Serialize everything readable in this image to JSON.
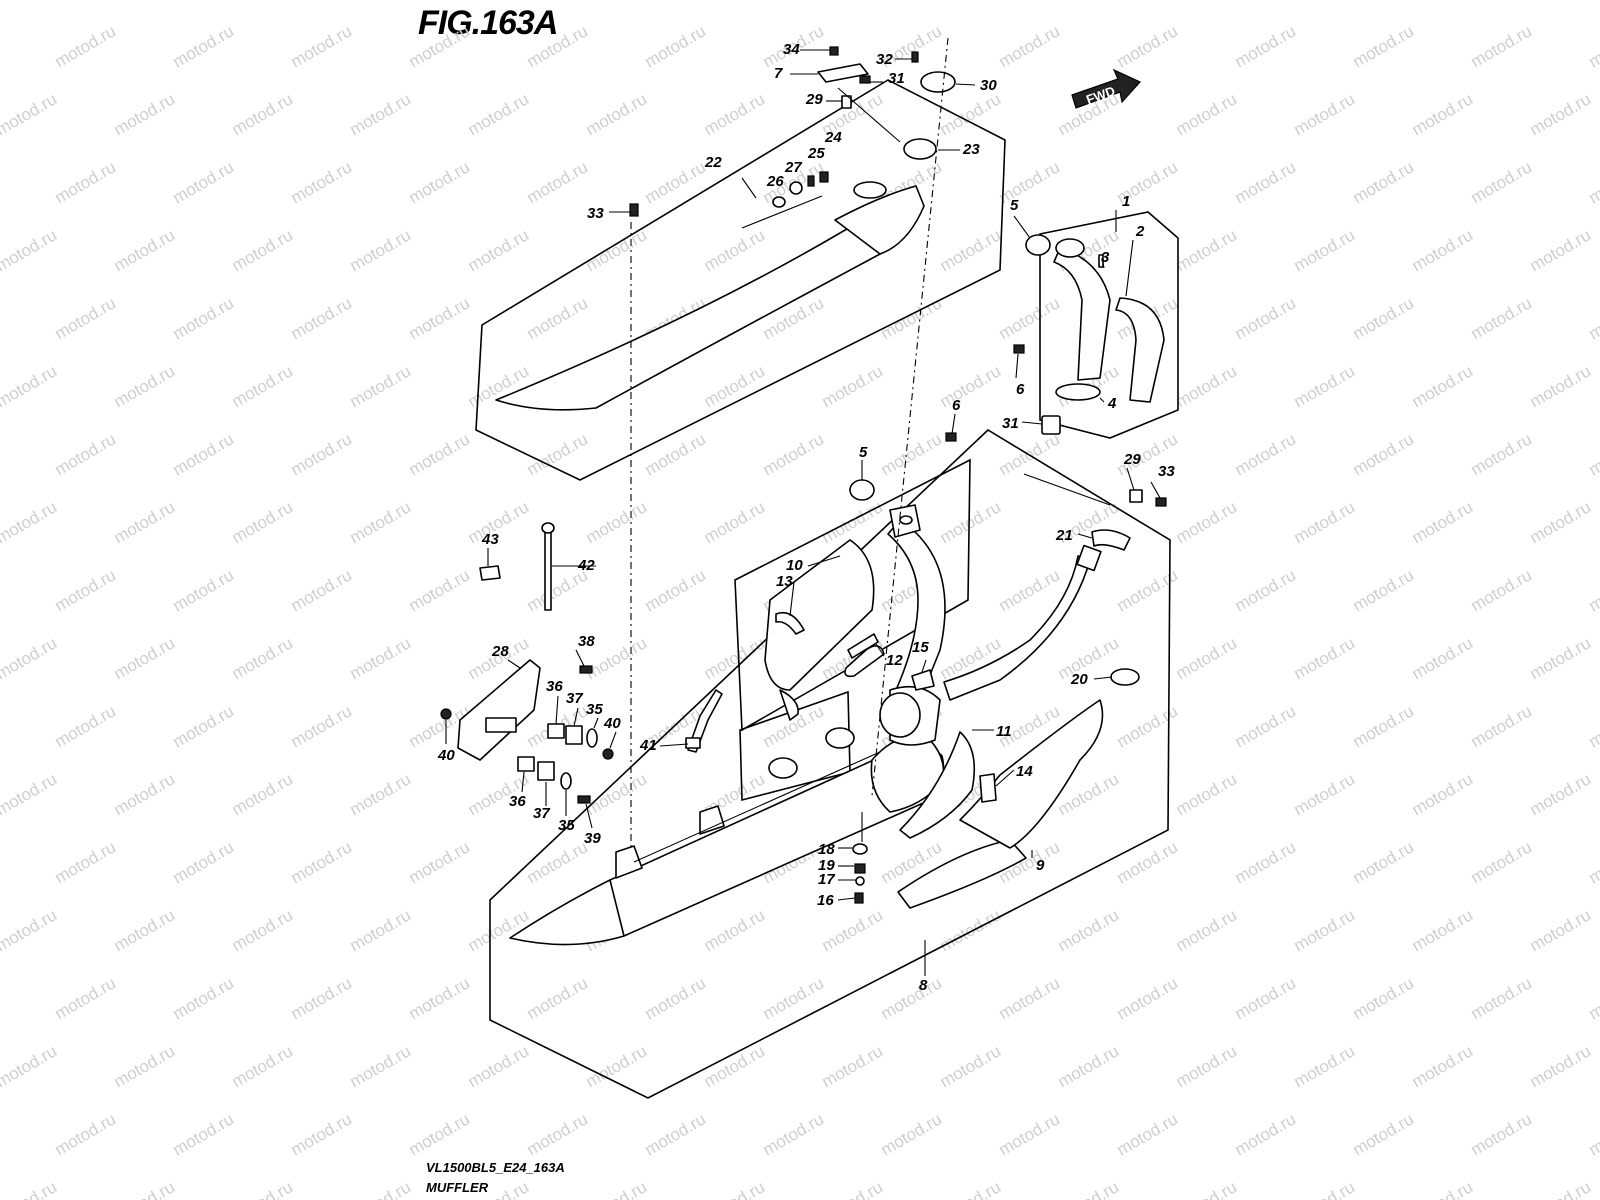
{
  "figure": {
    "title": "FIG.163A",
    "code": "VL1500BL5_E24_163A",
    "caption": "MUFFLER",
    "direction_badge": "FWD",
    "watermark": "motod.ru"
  },
  "callouts": {
    "n1": "1",
    "n2": "2",
    "n3": "3",
    "n4": "4",
    "n5a": "5",
    "n5b": "5",
    "n6a": "6",
    "n6b": "6",
    "n7": "7",
    "n8": "8",
    "n9": "9",
    "n10": "10",
    "n11": "11",
    "n12": "12",
    "n13": "13",
    "n14": "14",
    "n15": "15",
    "n16": "16",
    "n17": "17",
    "n18": "18",
    "n19": "19",
    "n20": "20",
    "n21": "21",
    "n22": "22",
    "n23": "23",
    "n24": "24",
    "n25": "25",
    "n26": "26",
    "n27": "27",
    "n28": "28",
    "n29a": "29",
    "n29b": "29",
    "n30": "30",
    "n31a": "31",
    "n31b": "31",
    "n32": "32",
    "n33a": "33",
    "n33b": "33",
    "n34": "34",
    "n35a": "35",
    "n35b": "35",
    "n36a": "36",
    "n36b": "36",
    "n37a": "37",
    "n37b": "37",
    "n38": "38",
    "n39": "39",
    "n40a": "40",
    "n40b": "40",
    "n41": "41",
    "n42": "42",
    "n43": "43"
  }
}
